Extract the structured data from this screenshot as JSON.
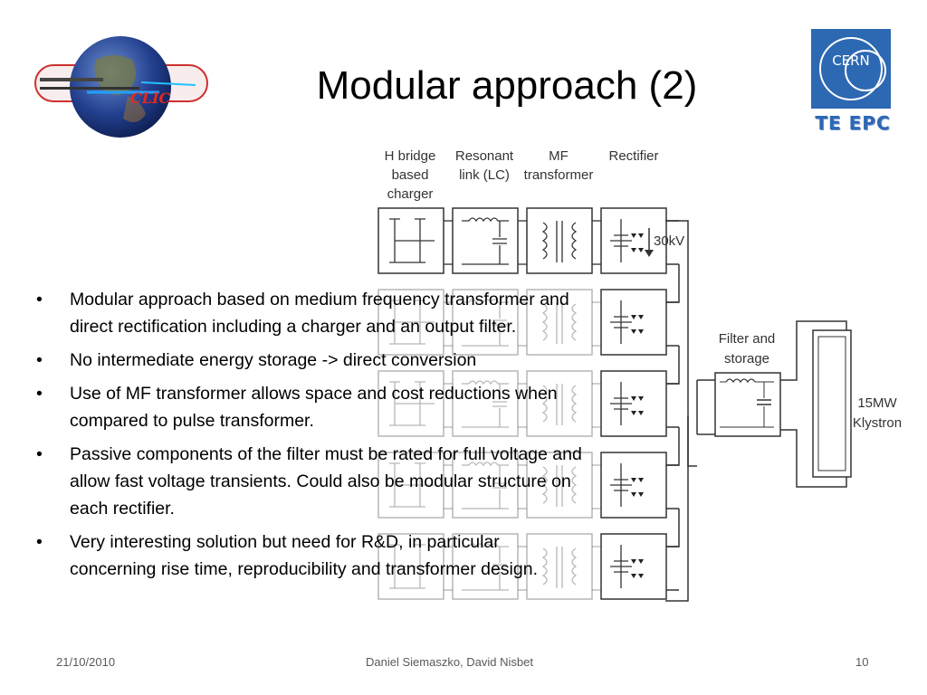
{
  "slide": {
    "title": "Modular approach (2)",
    "logos": {
      "clic_text": "CLIC",
      "cern_text": "CERN",
      "te_epc_text": "TE EPC"
    },
    "diagram": {
      "stage_labels": [
        [
          "H bridge",
          "based",
          "charger"
        ],
        [
          "Resonant",
          "link (LC)"
        ],
        [
          "MF",
          "transformer"
        ],
        [
          "Rectifier"
        ]
      ],
      "voltage_label": "30kV",
      "filter_label": [
        "Filter and",
        "storage"
      ],
      "load_label": [
        "15MW",
        "Klystron"
      ]
    },
    "bullets": [
      "Modular approach based on medium frequency transformer and direct rectification including a charger and an output filter.",
      "No intermediate energy storage -> direct conversion",
      "Use of MF transformer allows space and cost reductions when compared to pulse transformer.",
      "Passive components of the filter must be rated for full voltage and allow fast voltage transients. Could also be modular structure on each rectifier.",
      "Very interesting solution but need for R&D, in particular concerning rise time, reproducibility and transformer design."
    ],
    "bullet_symbol": "•",
    "footer": {
      "date": "21/10/2010",
      "authors": "Daniel Siemaszko, David Nisbet",
      "page": "10"
    }
  }
}
